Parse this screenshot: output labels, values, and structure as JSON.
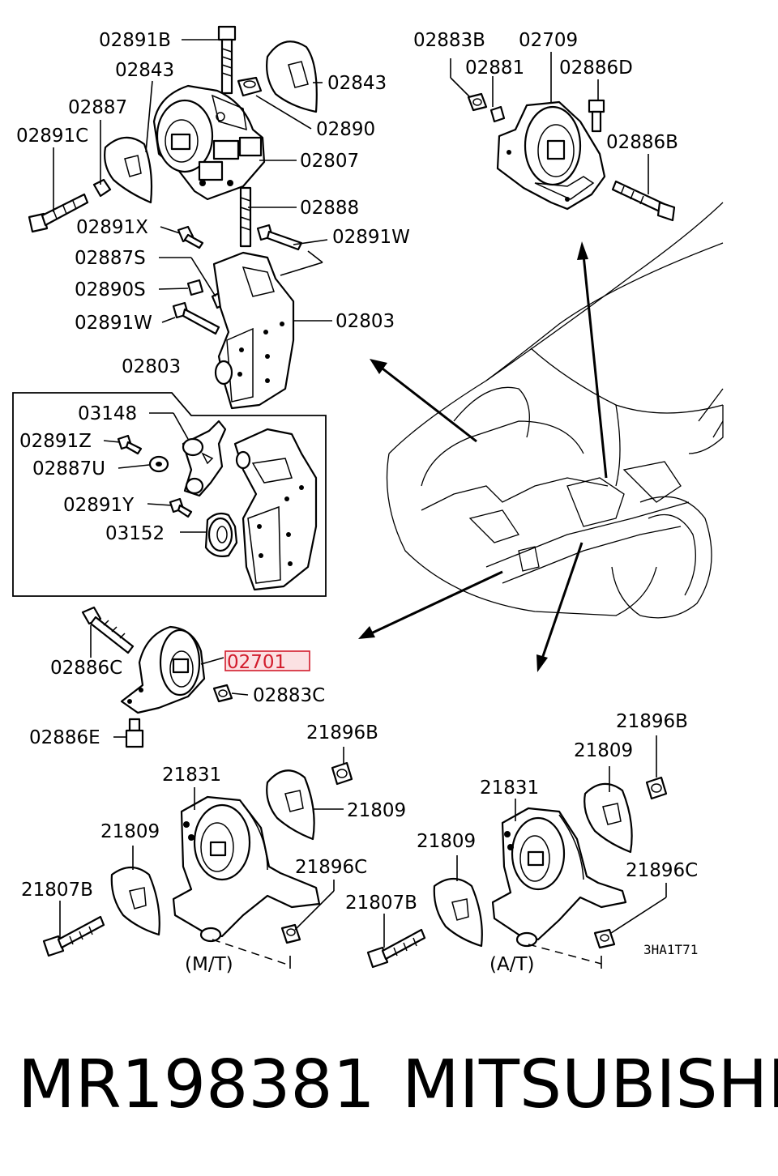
{
  "labels": {
    "p02891B": "02891B",
    "p02843a": "02843",
    "p02843b": "02843",
    "p02887": "02887",
    "p02890": "02890",
    "p02891C": "02891C",
    "p02807": "02807",
    "p02888": "02888",
    "p02891X": "02891X",
    "p02891Wa": "02891W",
    "p02887S": "02887S",
    "p02890S": "02890S",
    "p02891Wb": "02891W",
    "p02803a": "02803",
    "p02803b": "02803",
    "p03148": "03148",
    "p02891Z": "02891Z",
    "p02887U": "02887U",
    "p02891Y": "02891Y",
    "p03152": "03152",
    "p02883B": "02883B",
    "p02709": "02709",
    "p02881": "02881",
    "p02886D": "02886D",
    "p02886B": "02886B",
    "p02886C": "02886C",
    "p02701": "02701",
    "p02883C": "02883C",
    "p02886E": "02886E",
    "p21896Ba": "21896B",
    "p21831a": "21831",
    "p21809a": "21809",
    "p21809b": "21809",
    "p21807Ba": "21807B",
    "p21896Ca": "21896C",
    "mt": "(M/T)",
    "p21896Bb": "21896B",
    "p21809c": "21809",
    "p21831b": "21831",
    "p21809d": "21809",
    "p21896Cb": "21896C",
    "p21807Bb": "21807B",
    "at": "(A/T)",
    "code": "3HA1T71"
  },
  "highlight_color": "#d21c2c",
  "footer": {
    "part_number": "MR198381",
    "brand": "MITSUBISHI"
  }
}
